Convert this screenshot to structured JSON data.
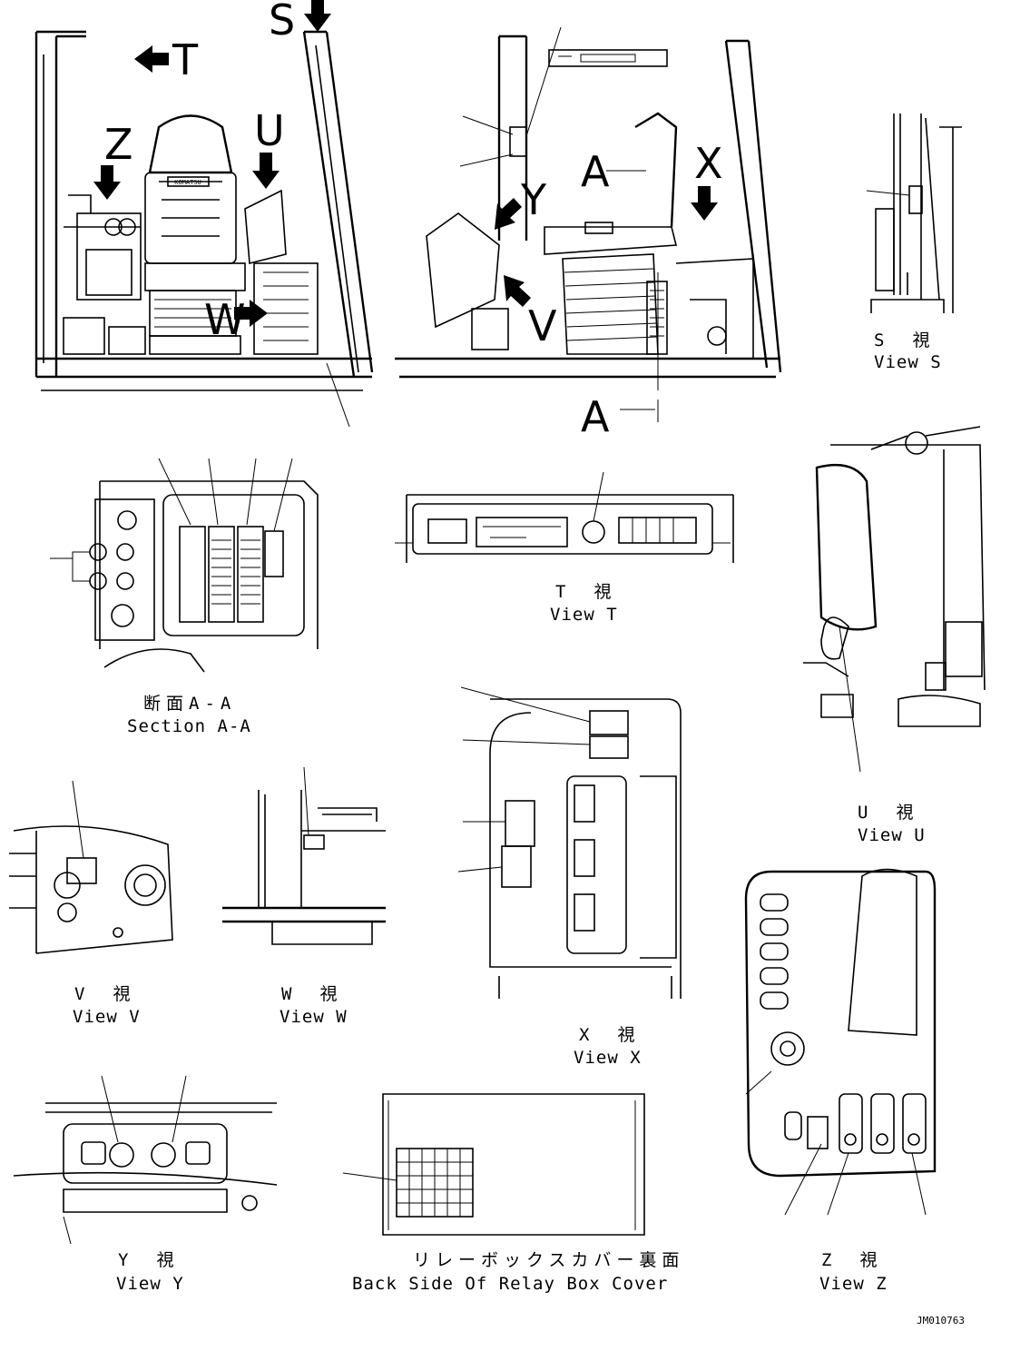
{
  "callout_letters": {
    "s": "S",
    "t": "T",
    "z": "Z",
    "u": "U",
    "w": "W",
    "a_top": "A",
    "x": "X",
    "y": "Y",
    "v": "V",
    "a_section": "A"
  },
  "seat_brand": "KOMATSU",
  "views": {
    "s": {
      "jp": "S　視",
      "en": "View S"
    },
    "section_aa": {
      "jp": "断面A-A",
      "en": "Section A-A"
    },
    "t": {
      "jp": "T　視",
      "en": "View T"
    },
    "u": {
      "jp": "U　視",
      "en": "View U"
    },
    "v": {
      "jp": "V　視",
      "en": "View V"
    },
    "w": {
      "jp": "W　視",
      "en": "View W"
    },
    "x": {
      "jp": "X　視",
      "en": "View X"
    },
    "y": {
      "jp": "Y　視",
      "en": "View Y"
    },
    "relay_cover": {
      "jp": "リレーボックスカバー裏面",
      "en": "Back Side Of Relay Box Cover"
    },
    "z": {
      "jp": "Z　視",
      "en": "View Z"
    }
  },
  "drawing_code": "JM010763",
  "colors": {
    "ink": "#000000",
    "paper": "#ffffff"
  }
}
